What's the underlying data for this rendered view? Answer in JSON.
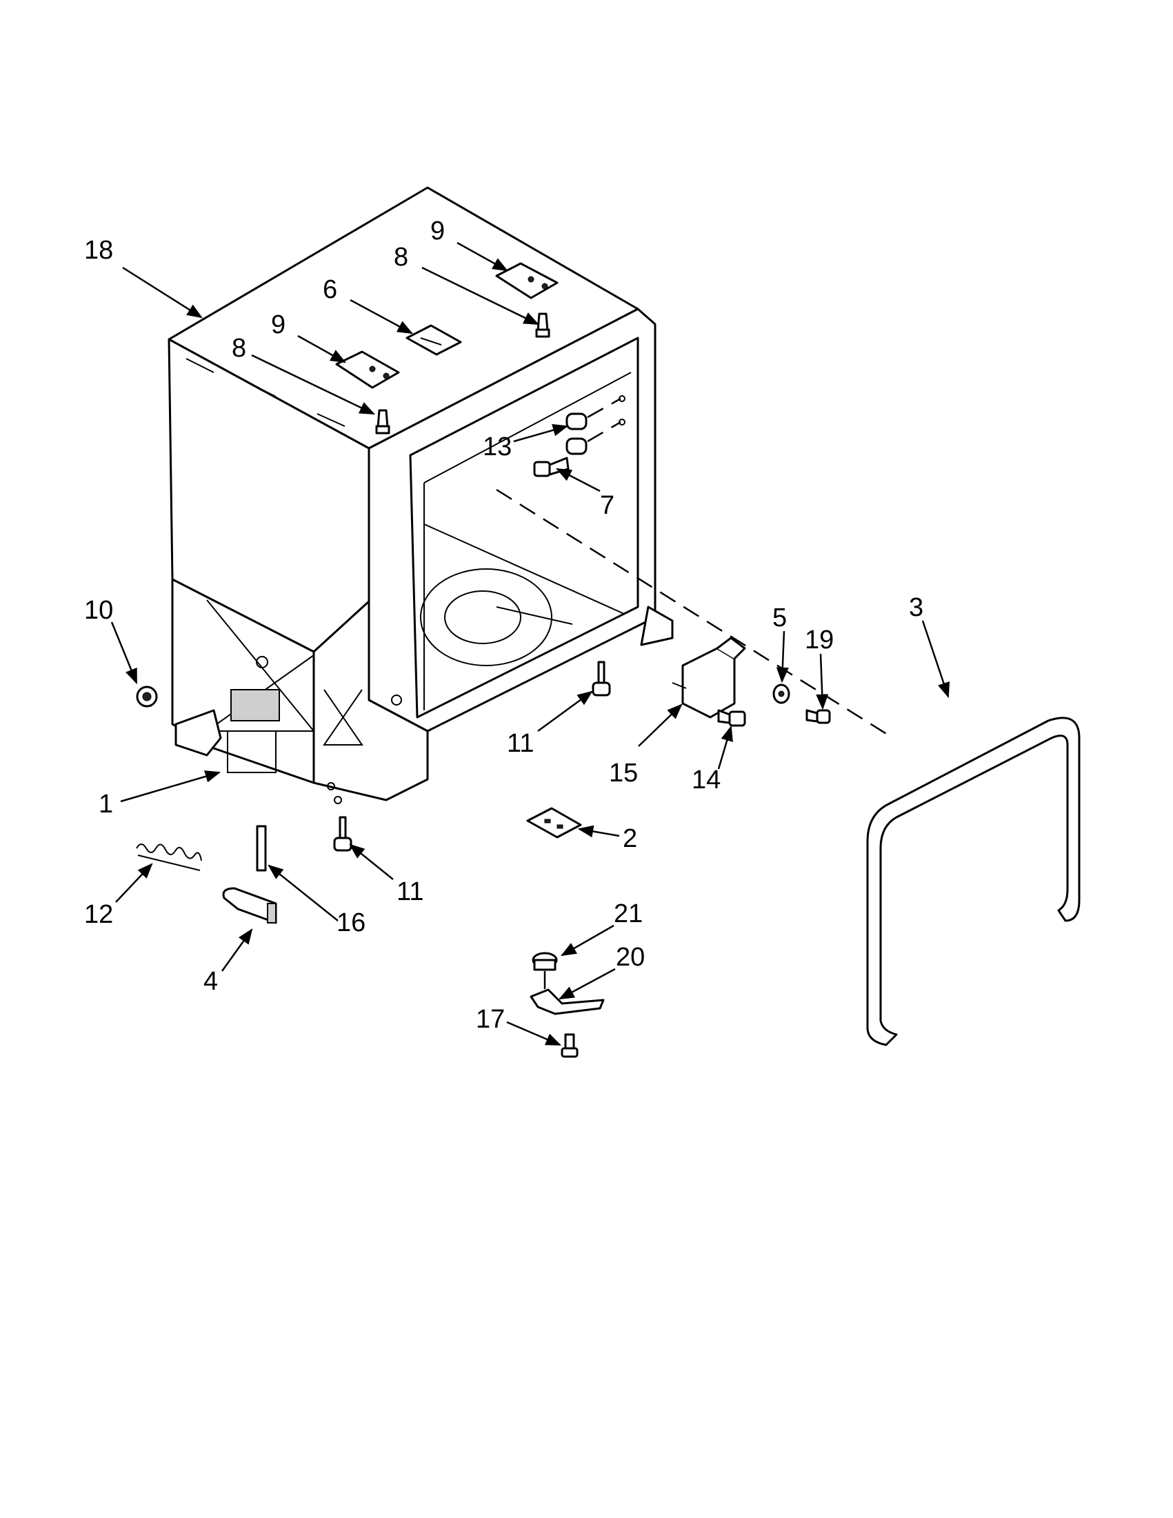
{
  "callouts": [
    {
      "id": "c18",
      "label": "18"
    },
    {
      "id": "c9a",
      "label": "9"
    },
    {
      "id": "c8a",
      "label": "8"
    },
    {
      "id": "c6",
      "label": "6"
    },
    {
      "id": "c9b",
      "label": "9"
    },
    {
      "id": "c8b",
      "label": "8"
    },
    {
      "id": "c13",
      "label": "13"
    },
    {
      "id": "c7",
      "label": "7"
    },
    {
      "id": "c10",
      "label": "10"
    },
    {
      "id": "c5",
      "label": "5"
    },
    {
      "id": "c19",
      "label": "19"
    },
    {
      "id": "c3",
      "label": "3"
    },
    {
      "id": "c11a",
      "label": "11"
    },
    {
      "id": "c15",
      "label": "15"
    },
    {
      "id": "c14",
      "label": "14"
    },
    {
      "id": "c1",
      "label": "1"
    },
    {
      "id": "c2",
      "label": "2"
    },
    {
      "id": "c11b",
      "label": "11"
    },
    {
      "id": "c12",
      "label": "12"
    },
    {
      "id": "c16",
      "label": "16"
    },
    {
      "id": "c4",
      "label": "4"
    },
    {
      "id": "c21",
      "label": "21"
    },
    {
      "id": "c20",
      "label": "20"
    },
    {
      "id": "c17",
      "label": "17"
    }
  ]
}
